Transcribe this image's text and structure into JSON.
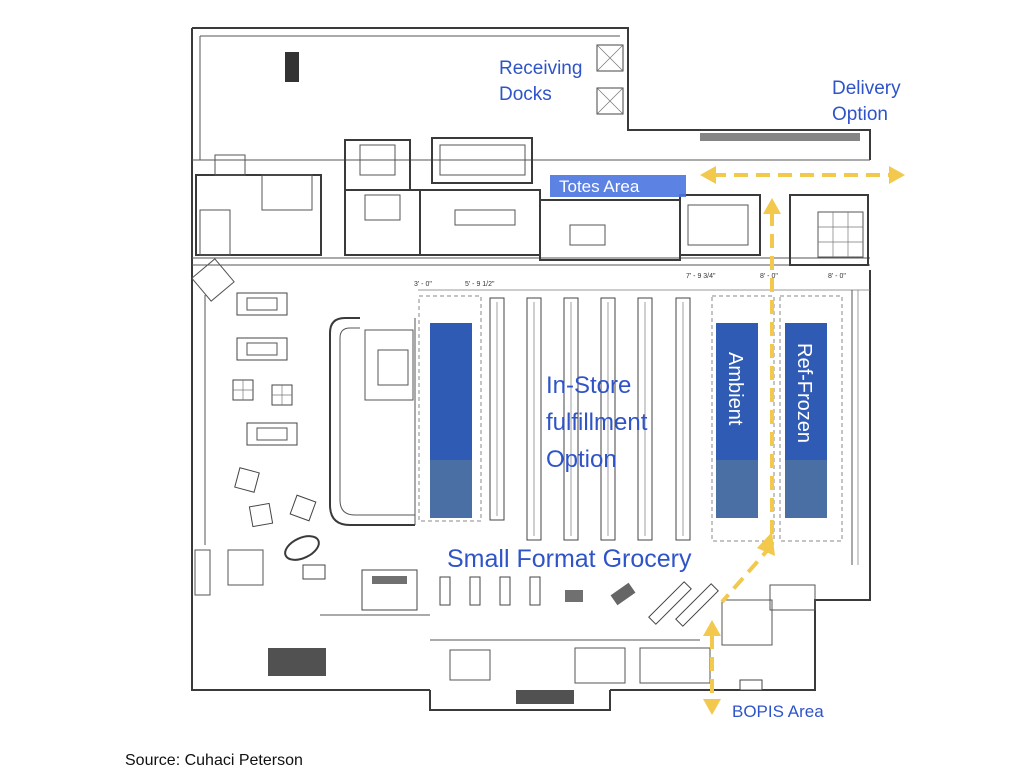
{
  "labels": {
    "receiving_docks_line1": "Receiving",
    "receiving_docks_line2": "Docks",
    "delivery_line1": "Delivery",
    "delivery_line2": "Option",
    "totes_area": "Totes Area",
    "instore_line1": "In-Store",
    "instore_line2": "fulfillment",
    "instore_line3": "Option",
    "ambient": "Ambient",
    "ref_frozen": "Ref-Frozen",
    "small_format": "Small Format Grocery",
    "bopis": "BOPIS Area"
  },
  "dimensions": {
    "d1": "3' - 0\"",
    "d2": "5' - 9 1/2\"",
    "d3": "7' - 9 3/4\"",
    "d4": "8' - 0\"",
    "d5": "8' - 0\""
  },
  "source": "Source: Cuhaci Peterson",
  "colors": {
    "label_blue": "#2f54c8",
    "fulfillment_dark": "#2f5bb5",
    "fulfillment_light": "#4a6fa5",
    "totes": "#4a74e0",
    "arrow": "#f2c94c"
  }
}
